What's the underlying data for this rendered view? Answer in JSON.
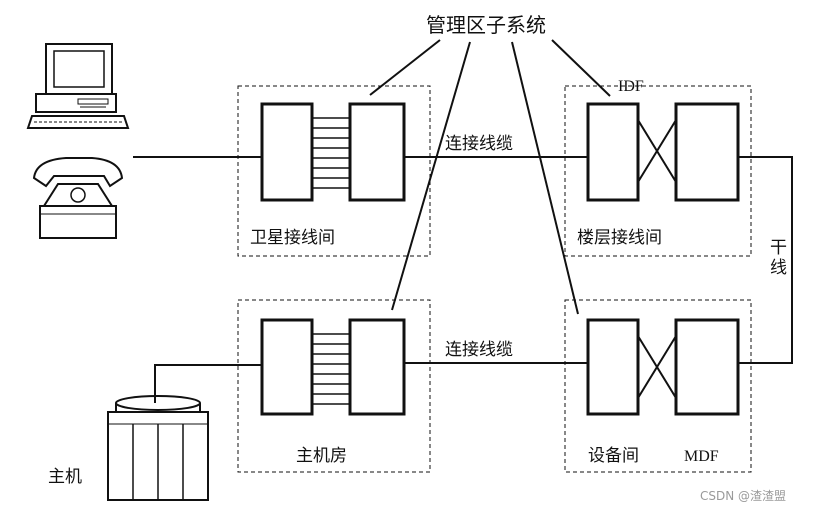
{
  "labels": {
    "management_subsystem": "管理区子系统",
    "idf": "IDF",
    "satellite_wiring_room": "卫星接线间",
    "floor_wiring_room": "楼层接线间",
    "connecting_cable_top": "连接线缆",
    "connecting_cable_bottom": "连接线缆",
    "trunk_char_1": "干",
    "trunk_char_2": "线",
    "main_equipment_room": "主机房",
    "equipment_room": "设备间",
    "mdf": "MDF",
    "host": "主机"
  },
  "icons": [
    "computer-icon",
    "telephone-icon",
    "mainframe-icon"
  ],
  "watermark": "CSDN @渣渣盟"
}
